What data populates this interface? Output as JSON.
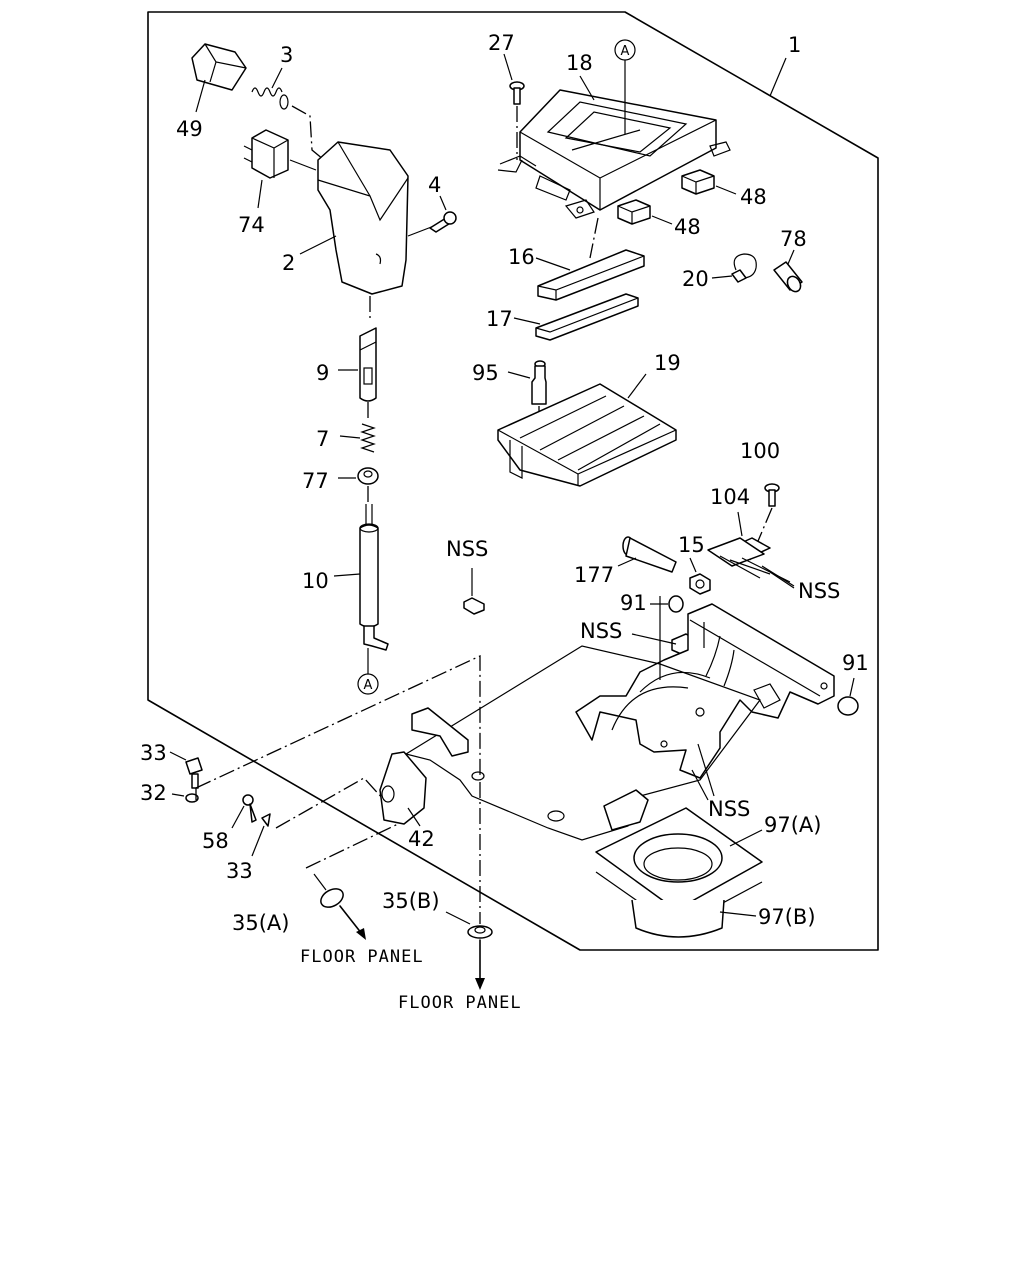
{
  "labels": {
    "p1": "1",
    "p2": "2",
    "p3": "3",
    "p4": "4",
    "p7": "7",
    "p9": "9",
    "p10": "10",
    "p15": "15",
    "p16": "16",
    "p17": "17",
    "p18": "18",
    "p19": "19",
    "p20": "20",
    "p27": "27",
    "p32": "32",
    "p33a": "33",
    "p33b": "33",
    "p35a": "35(A)",
    "p35b": "35(B)",
    "p42": "42",
    "p48a": "48",
    "p48b": "48",
    "p49": "49",
    "p58": "58",
    "p74": "74",
    "p77": "77",
    "p78": "78",
    "p91a": "91",
    "p91b": "91",
    "p95": "95",
    "p97a": "97(A)",
    "p97b": "97(B)",
    "p100": "100",
    "p104": "104",
    "p177": "177",
    "nss1": "NSS",
    "nss2": "NSS",
    "nss3": "NSS",
    "nss4": "NSS"
  },
  "callouts": {
    "a1": "A",
    "a2": "A"
  },
  "floor_panel": {
    "left": "FLOOR PANEL",
    "right": "FLOOR PANEL"
  }
}
